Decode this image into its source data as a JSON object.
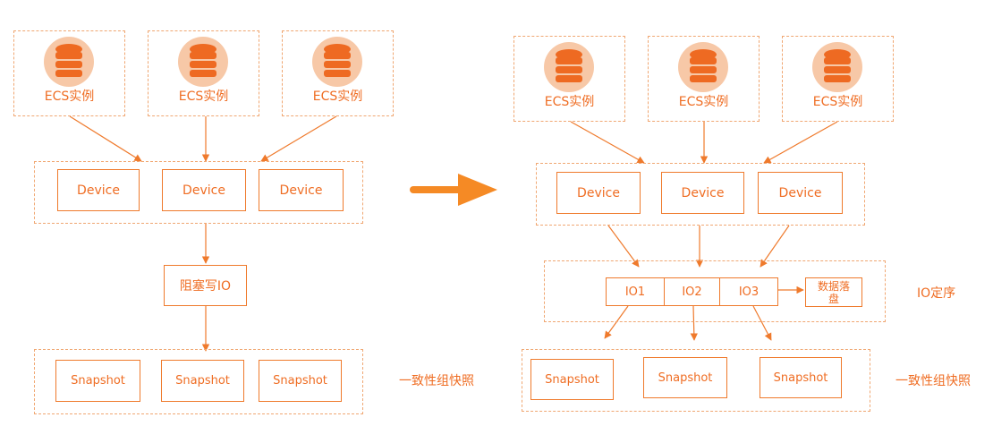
{
  "left": {
    "ecs": [
      "ECS实例",
      "ECS实例",
      "ECS实例"
    ],
    "devices": [
      "Device",
      "Device",
      "Device"
    ],
    "blocking": "阻塞写IO",
    "snapshots": [
      "Snapshot",
      "Snapshot",
      "Snapshot"
    ],
    "snapshot_label": "一致性组快照"
  },
  "right": {
    "ecs": [
      "ECS实例",
      "ECS实例",
      "ECS实例"
    ],
    "devices": [
      "Device",
      "Device",
      "Device"
    ],
    "ios": [
      "IO1",
      "IO2",
      "IO3"
    ],
    "persist": "数据落盘",
    "io_order_label": "IO定序",
    "snapshots": [
      "Snapshot",
      "Snapshot",
      "Snapshot"
    ],
    "snapshot_label": "一致性组快照"
  },
  "icons": [
    "database-icon",
    "arrow-right-icon"
  ],
  "colors": {
    "accent": "#ef7a2c",
    "dashed": "#f0a772",
    "icon_glow": "#f7c8a7"
  }
}
